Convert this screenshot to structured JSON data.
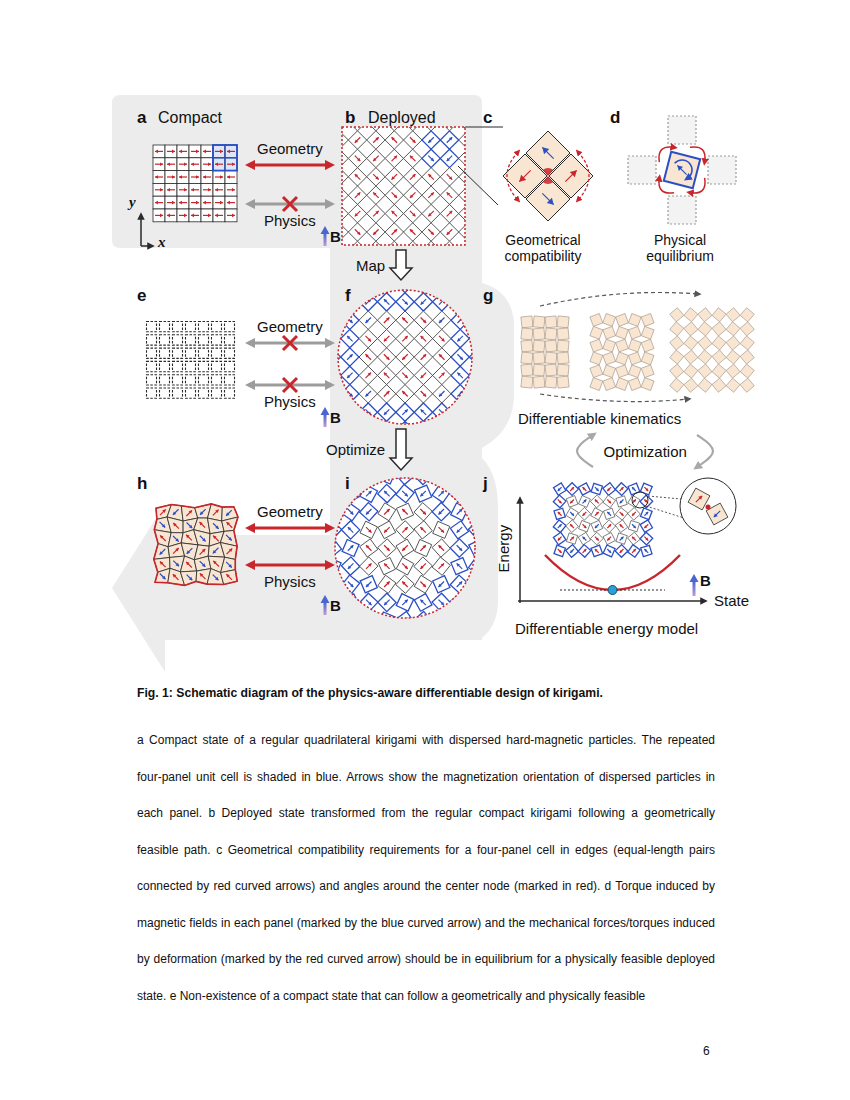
{
  "diagram": {
    "title": "Fig. 1: Schematic diagram of the physics-aware differentiable design of kirigami.",
    "caption": "a Compact state of a regular quadrilateral kirigami with dispersed hard-magnetic particles. The repeated four-panel unit cell is shaded in blue. Arrows show the magnetization orientation of dispersed particles in each panel. b Deployed state transformed from the regular compact kirigami following a geometrically feasible path. c Geometrical compatibility requirements for a four-panel cell in edges (equal-length pairs connected by red curved arrows) and angles around the center node (marked in red). d Torque induced by magnetic fields in each panel (marked by the blue curved arrow) and the mechanical forces/torques induced by deformation (marked by the red curved arrow) should be in equilibrium for a physically feasible deployed state. e Non-existence of a compact state that can follow a geometrically and physically feasible",
    "nodes": [
      {
        "text": [
          "a",
          "Compact"
        ]
      },
      {
        "text": [
          "b",
          "Deployed"
        ]
      },
      {
        "text": [
          "c",
          "Geometrical compatibility"
        ]
      },
      {
        "text": [
          "d",
          "Physical equilibrium"
        ]
      },
      {
        "text": [
          "e"
        ]
      },
      {
        "text": [
          "f"
        ]
      },
      {
        "text": [
          "g",
          "Differentiable kinematics"
        ]
      },
      {
        "text": [
          "h"
        ]
      },
      {
        "text": [
          "i"
        ]
      },
      {
        "text": [
          "j",
          "Differentiable energy model"
        ]
      }
    ],
    "edges": [
      {
        "from": 0,
        "to": 1,
        "label": "Geometry",
        "arrow": "both"
      },
      {
        "from": 0,
        "to": 1,
        "label": "Physics",
        "arrow": "both"
      },
      {
        "from": 1,
        "to": 5,
        "label": "Map",
        "arrow": "to"
      },
      {
        "from": 4,
        "to": 5,
        "label": "Geometry",
        "arrow": "both"
      },
      {
        "from": 4,
        "to": 5,
        "label": "Physics",
        "arrow": "both"
      },
      {
        "from": 5,
        "to": 8,
        "label": "Optimize",
        "arrow": "to"
      },
      {
        "from": 7,
        "to": 8,
        "label": "Geometry",
        "arrow": "both"
      },
      {
        "from": 7,
        "to": 8,
        "label": "Physics",
        "arrow": "both"
      },
      {
        "from": 6,
        "to": 9,
        "label": "Optimization",
        "arrow": "both"
      }
    ],
    "labels": [
      "y",
      "x",
      "B",
      "B",
      "B",
      "Energy",
      "State",
      "B",
      "6"
    ]
  }
}
